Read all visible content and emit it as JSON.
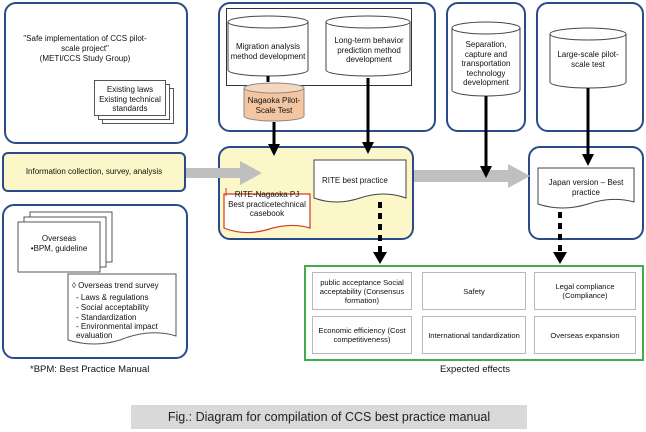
{
  "panels": {
    "meti": {
      "title": "\"Safe implementation of CCS pilot-scale project\"",
      "subtitle": "(METI/CCS Study Group)",
      "stack_text": "Existing laws Existing technical standards"
    },
    "nagaoka_panel": {
      "migration": "Migration analysis method development",
      "longterm": "Long-term behavior prediction method development",
      "cylinder": "Nagaoka Pilot-Scale Test"
    },
    "separation": {
      "cylinder": "Separation, capture and transportation technology development"
    },
    "largescale": {
      "cylinder": "Large-scale pilot-scale test"
    },
    "info_bar": "Information collection, survey, analysis",
    "rite_panel": {
      "best_practice": "RITE best practice",
      "casebook": "RITE-Nagaoka PJ Best practicetechnical casebook"
    },
    "japan_panel": {
      "doc": "Japan version – Best practice"
    },
    "overseas": {
      "doc_title": "Overseas",
      "doc_sub": "•BPM, guideline",
      "trend_title": "◊ Overseas trend survey",
      "trend_items": [
        "- Laws & regulations",
        "- Social acceptability",
        "- Standardization",
        "- Environmental impact evaluation"
      ]
    }
  },
  "effects": {
    "cells": [
      "public acceptance Social acceptability (Consensus formation)",
      "Safety",
      "Legal compliance (Compliance)",
      "Economic efficiency (Cost competitiveness)",
      "International tandardization",
      "Overseas expansion"
    ],
    "label": "Expected effects"
  },
  "footnote": "*BPM: Best Practice Manual",
  "caption": "Fig.: Diagram for compilation of CCS best practice manual",
  "colors": {
    "panel_border": "#2b4a8a",
    "yellow_fill": "#fbf7c8",
    "effects_border": "#3fae49",
    "gray_arrow": "#bfbfbf",
    "cylinder_fill": "#f3c6a1",
    "casebook_border": "#d03a1e"
  }
}
